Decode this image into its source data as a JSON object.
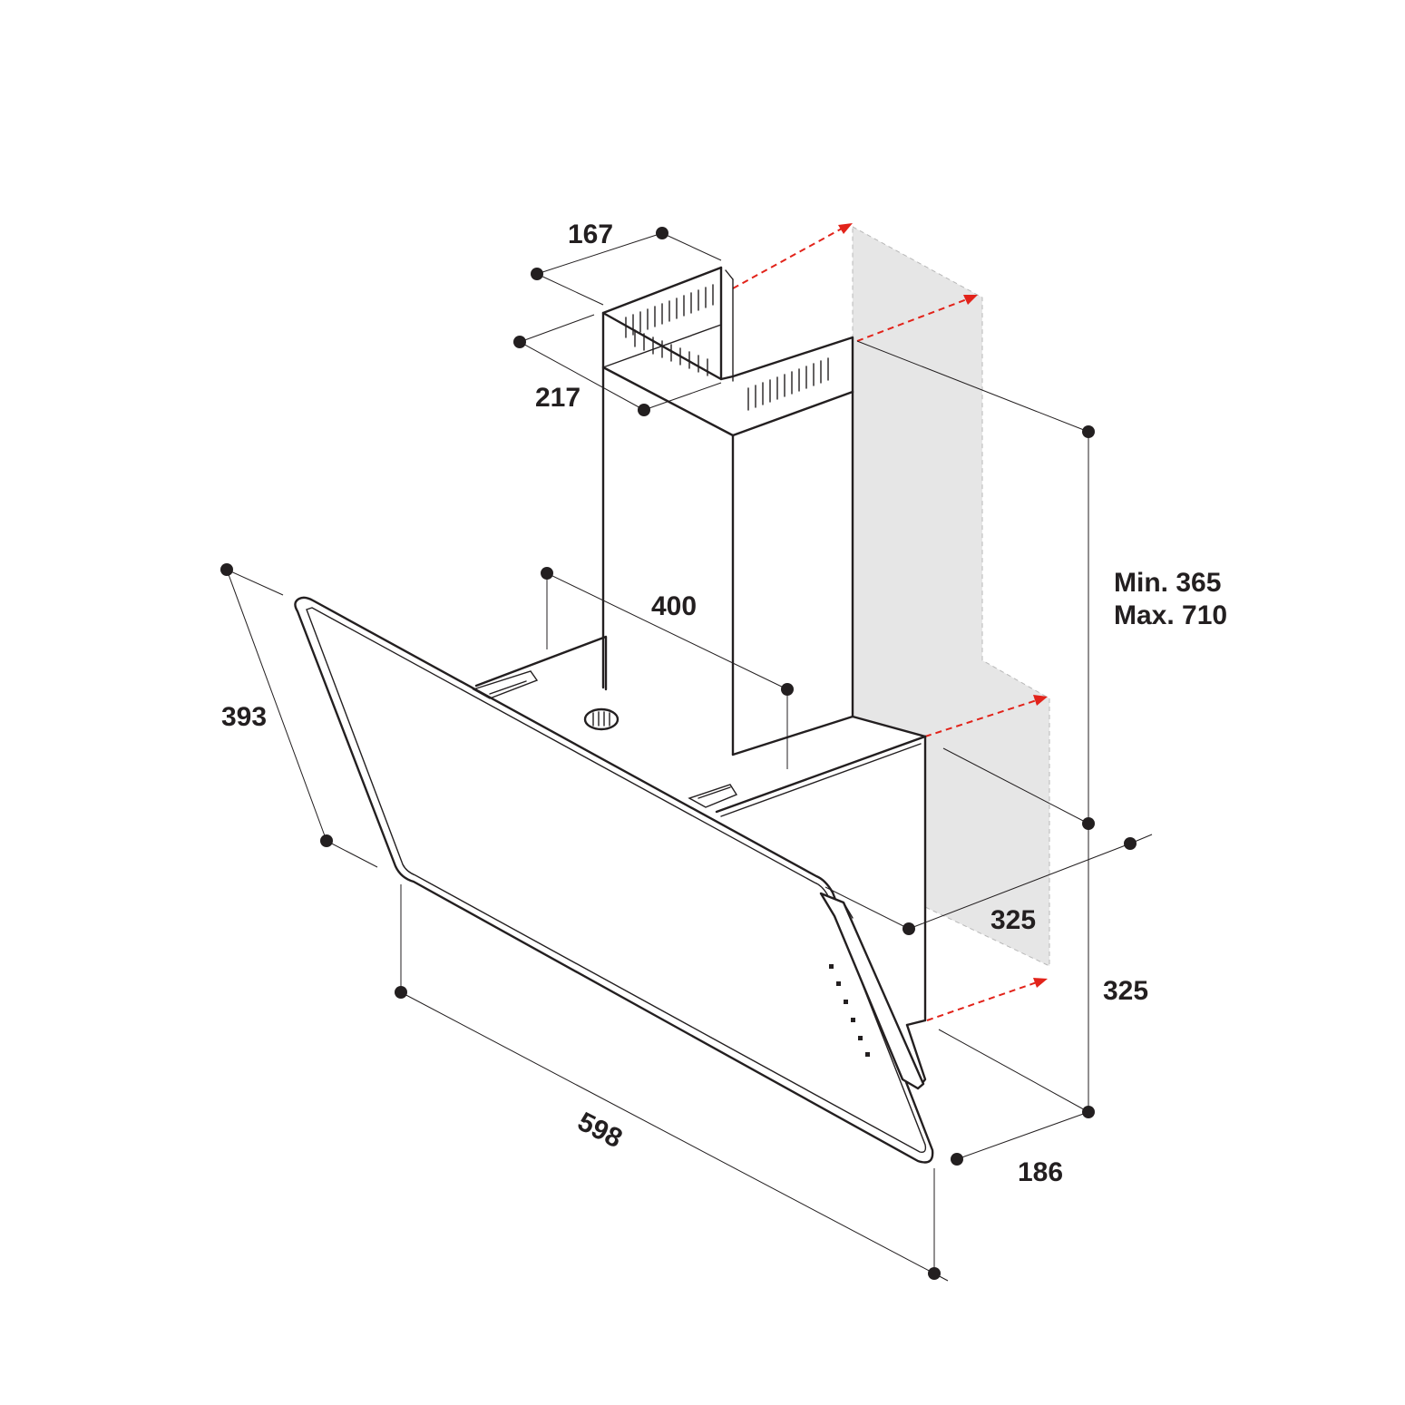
{
  "dimensions": {
    "chimney_depth": "167",
    "chimney_width": "217",
    "duct_spacing": "400",
    "height_range_min": "Min. 365",
    "height_range_max": "Max. 710",
    "panel_height": "393",
    "body_depth": "325",
    "body_height": "325",
    "total_width": "598",
    "bottom_depth": "186"
  },
  "colors": {
    "line": "#231f20",
    "wall": "#e6e6e6",
    "arrow": "#e2231a"
  }
}
